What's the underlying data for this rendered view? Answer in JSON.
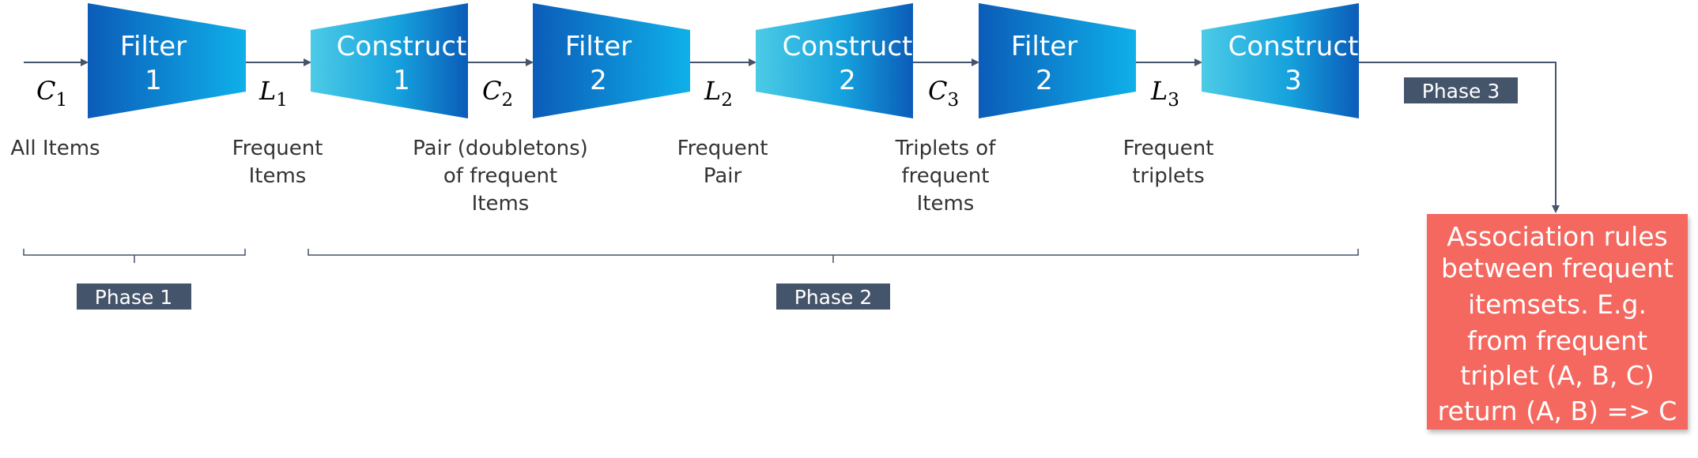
{
  "colors": {
    "filter_dark": "#0b5cb8",
    "filter_light": "#0fb0ea",
    "construct_light": "#4ccbe6",
    "construct_dark": "#0b5cb8",
    "arrow": "#44546a",
    "phase_badge": "#44546a",
    "result_box": "#f4685e"
  },
  "stages": [
    {
      "line1": "Filter",
      "line2": "1",
      "kind": "filter"
    },
    {
      "line1": "Construct",
      "line2": "1",
      "kind": "construct"
    },
    {
      "line1": "Filter",
      "line2": "2",
      "kind": "filter"
    },
    {
      "line1": "Construct",
      "line2": "2",
      "kind": "construct"
    },
    {
      "line1": "Filter",
      "line2": "2",
      "kind": "filter"
    },
    {
      "line1": "Construct",
      "line2": "3",
      "kind": "construct"
    }
  ],
  "variables": [
    {
      "letter": "C",
      "sub": "1"
    },
    {
      "letter": "L",
      "sub": "1"
    },
    {
      "letter": "C",
      "sub": "2"
    },
    {
      "letter": "L",
      "sub": "2"
    },
    {
      "letter": "C",
      "sub": "3"
    },
    {
      "letter": "L",
      "sub": "3"
    }
  ],
  "descriptions": [
    [
      "All Items"
    ],
    [
      "Frequent",
      "Items"
    ],
    [
      "Pair (doubletons)",
      "of frequent",
      "Items"
    ],
    [
      "Frequent",
      "Pair"
    ],
    [
      "Triplets of",
      "frequent",
      "Items"
    ],
    [
      "Frequent",
      "triplets"
    ]
  ],
  "phases": {
    "phase1": "Phase 1",
    "phase2": "Phase 2",
    "phase3": "Phase 3"
  },
  "result": {
    "lines": [
      "Association rules",
      "between frequent",
      "itemsets. E.g.",
      "from frequent",
      "triplet (A, B, C)",
      "return (A, B) => C"
    ]
  }
}
